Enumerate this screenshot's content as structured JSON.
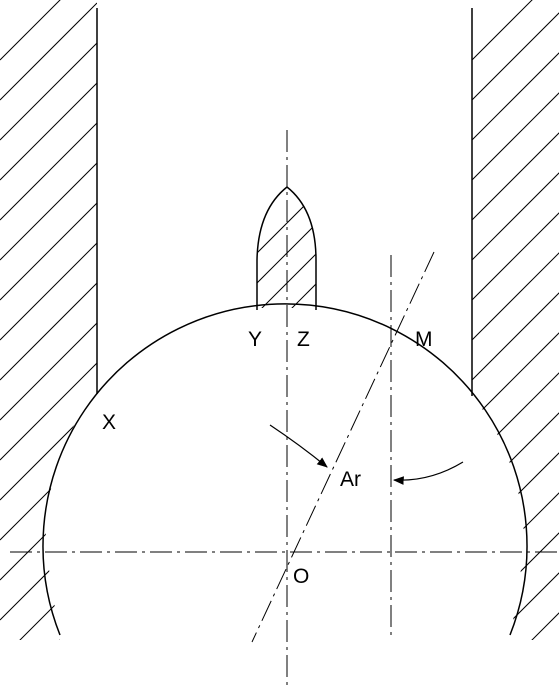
{
  "diagram": {
    "labels": {
      "x": "X",
      "y": "Y",
      "z": "Z",
      "m": "M",
      "o": "O",
      "ar": "Ar"
    },
    "colors": {
      "stroke": "#000000",
      "background": "#ffffff"
    }
  }
}
